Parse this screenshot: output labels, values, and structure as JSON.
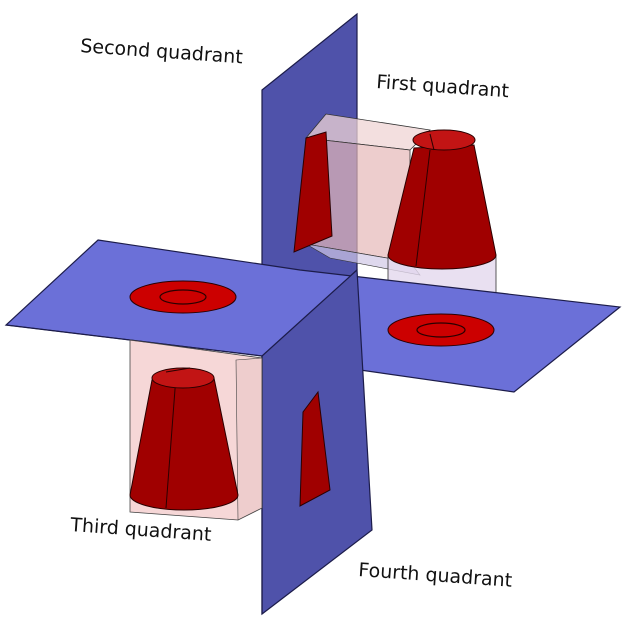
{
  "labels": {
    "second": "Second quadrant",
    "first": "First quadrant",
    "third": "Third quadrant",
    "fourth": "Fourth quadrant"
  },
  "colors": {
    "plane_fill": "#6b70d8",
    "plane_stroke": "#1c1c4a",
    "vertical_plane_fill": "#4f52aa",
    "solid_red": "#a00000",
    "solid_red_light": "#c21414",
    "projection_red": "#cc0000",
    "box_tint": "#e8b8b8",
    "background": "#ffffff"
  },
  "icons": {
    "object": "truncated-cone"
  }
}
